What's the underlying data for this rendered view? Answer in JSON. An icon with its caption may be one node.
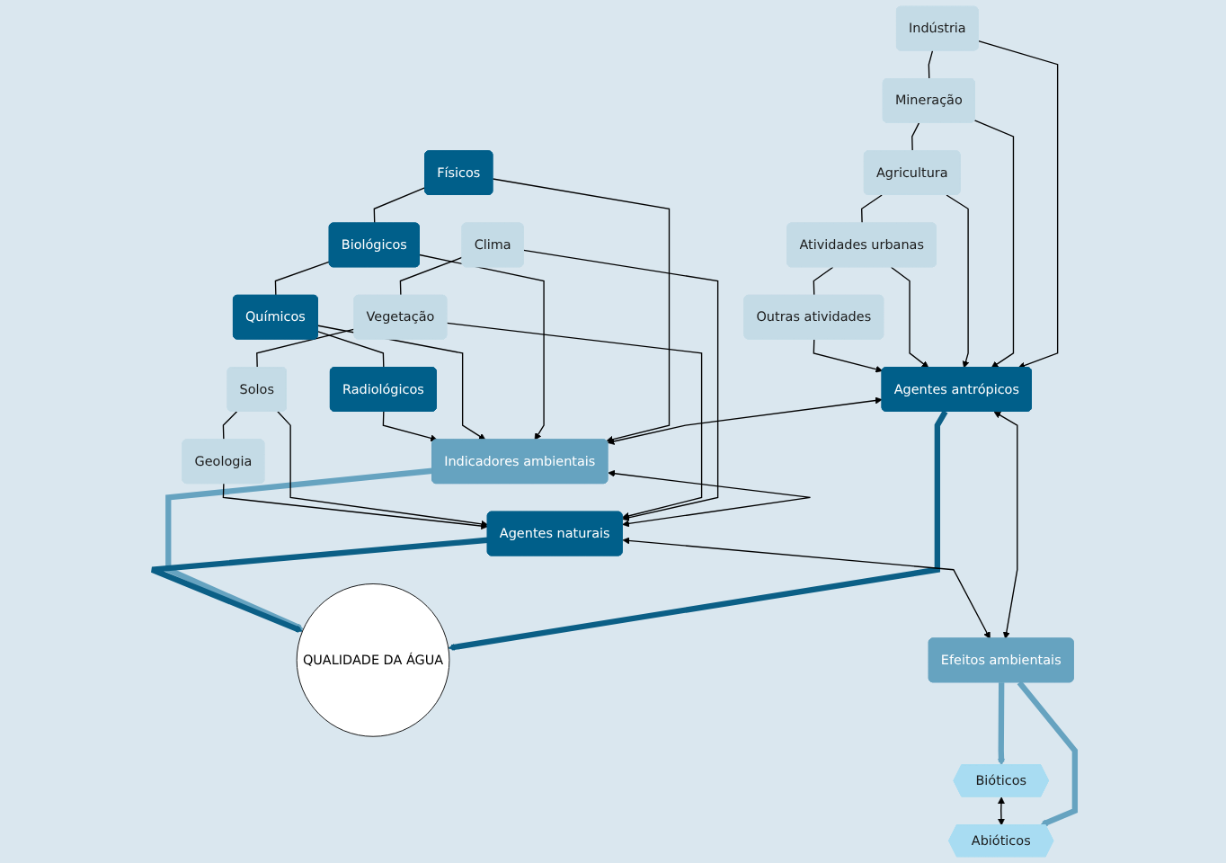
{
  "diagram": {
    "nodes": [
      {
        "text": [
          "Indústria"
        ]
      },
      {
        "text": [
          "Mineração"
        ]
      },
      {
        "text": [
          "Agricultura"
        ]
      },
      {
        "text": [
          "Atividades urbanas"
        ]
      },
      {
        "text": [
          "Outras atividades"
        ]
      },
      {
        "text": [
          "Agentes antrópicos"
        ]
      },
      {
        "text": [
          "Físicos"
        ]
      },
      {
        "text": [
          "Biológicos"
        ]
      },
      {
        "text": [
          "Químicos"
        ]
      },
      {
        "text": [
          "Radiológicos"
        ]
      },
      {
        "text": [
          "Indicadores ambientais"
        ]
      },
      {
        "text": [
          "QUALIDADE DA ÁGUA"
        ]
      },
      {
        "text": [
          "Efeitos ambientais"
        ]
      },
      {
        "text": [
          "Bióticos"
        ]
      },
      {
        "text": [
          "Abióticos"
        ]
      },
      {
        "text": [
          "Agentes naturais"
        ]
      },
      {
        "text": [
          "Clima"
        ]
      },
      {
        "text": [
          "Vegetação"
        ]
      },
      {
        "text": [
          "Solos"
        ]
      },
      {
        "text": [
          "Geologia"
        ]
      }
    ],
    "edges": [
      {
        "from": 5,
        "to": 11,
        "arrow": "to",
        "style": "thick",
        "color": "#0b5f86"
      },
      {
        "from": 10,
        "to": 11,
        "arrow": "to",
        "style": "thick",
        "color": "#66a3c0"
      },
      {
        "from": 15,
        "to": 11,
        "arrow": "to",
        "style": "thick",
        "color": "#0b5f86"
      },
      {
        "from": 5,
        "to": 10,
        "arrow": "both"
      },
      {
        "from": 5,
        "to": 12,
        "arrow": "both"
      },
      {
        "from": 10,
        "to": 15,
        "arrow": "both"
      },
      {
        "from": 15,
        "to": 12,
        "arrow": "both"
      },
      {
        "from": 12,
        "to": 13,
        "arrow": "to",
        "style": "thick",
        "color": "#66a3c0"
      },
      {
        "from": 12,
        "to": 14,
        "arrow": "to",
        "style": "thick",
        "color": "#66a3c0"
      },
      {
        "from": 13,
        "to": 14,
        "arrow": "both"
      },
      {
        "from": 0,
        "to": 1,
        "arrow": "none"
      },
      {
        "from": 1,
        "to": 2,
        "arrow": "none"
      },
      {
        "from": 2,
        "to": 3,
        "arrow": "none"
      },
      {
        "from": 3,
        "to": 4,
        "arrow": "none"
      },
      {
        "from": 0,
        "to": 5,
        "arrow": "to"
      },
      {
        "from": 1,
        "to": 5,
        "arrow": "to"
      },
      {
        "from": 2,
        "to": 5,
        "arrow": "to"
      },
      {
        "from": 3,
        "to": 5,
        "arrow": "to"
      },
      {
        "from": 4,
        "to": 5,
        "arrow": "to"
      },
      {
        "from": 6,
        "to": 7,
        "arrow": "none"
      },
      {
        "from": 7,
        "to": 8,
        "arrow": "none"
      },
      {
        "from": 8,
        "to": 9,
        "arrow": "none"
      },
      {
        "from": 6,
        "to": 10,
        "arrow": "to"
      },
      {
        "from": 7,
        "to": 10,
        "arrow": "to"
      },
      {
        "from": 8,
        "to": 10,
        "arrow": "to"
      },
      {
        "from": 9,
        "to": 10,
        "arrow": "to"
      },
      {
        "from": 16,
        "to": 17,
        "arrow": "none"
      },
      {
        "from": 17,
        "to": 18,
        "arrow": "none"
      },
      {
        "from": 18,
        "to": 19,
        "arrow": "none"
      },
      {
        "from": 16,
        "to": 15,
        "arrow": "to"
      },
      {
        "from": 17,
        "to": 15,
        "arrow": "to"
      },
      {
        "from": 18,
        "to": 15,
        "arrow": "to"
      },
      {
        "from": 19,
        "to": 15,
        "arrow": "to"
      }
    ]
  }
}
